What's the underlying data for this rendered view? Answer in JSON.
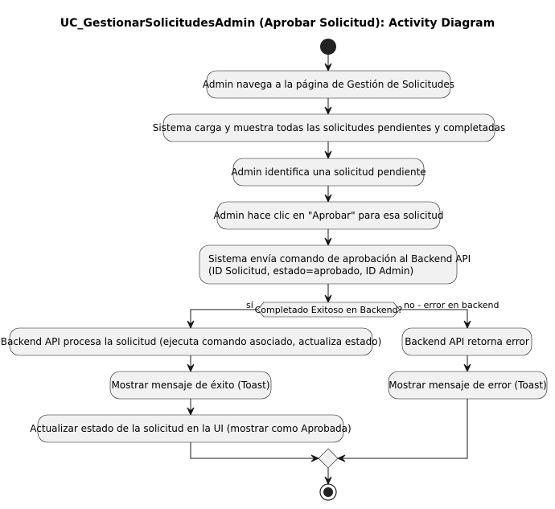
{
  "title": "UC_GestionarSolicitudesAdmin (Aprobar Solicitud): Activity Diagram",
  "activities": [
    {
      "id": "a1",
      "lines": [
        "Admin navega a la página de Gestión de Solicitudes"
      ]
    },
    {
      "id": "a2",
      "lines": [
        "Sistema carga y muestra todas las solicitudes pendientes y completadas"
      ]
    },
    {
      "id": "a3",
      "lines": [
        "Admin identifica una solicitud pendiente"
      ]
    },
    {
      "id": "a4",
      "lines": [
        "Admin hace clic en \"Aprobar\" para esa solicitud"
      ]
    },
    {
      "id": "a5",
      "lines": [
        "Sistema envía comando de aprobación al Backend API",
        "(ID Solicitud, estado=aprobado, ID Admin)"
      ]
    },
    {
      "id": "a6",
      "lines": [
        "Backend API procesa la solicitud (ejecuta comando asociado, actualiza estado)"
      ]
    },
    {
      "id": "a7",
      "lines": [
        "Mostrar mensaje de éxito (Toast)"
      ]
    },
    {
      "id": "a8",
      "lines": [
        "Actualizar estado de la solicitud en la UI (mostrar como Aprobada)"
      ]
    },
    {
      "id": "a9",
      "lines": [
        "Backend API retorna error"
      ]
    },
    {
      "id": "a10",
      "lines": [
        "Mostrar mensaje de error (Toast)"
      ]
    }
  ],
  "decision": {
    "label": "Completado Exitoso en Backend?",
    "yes_label": "sí",
    "no_label": "no - error en backend"
  }
}
